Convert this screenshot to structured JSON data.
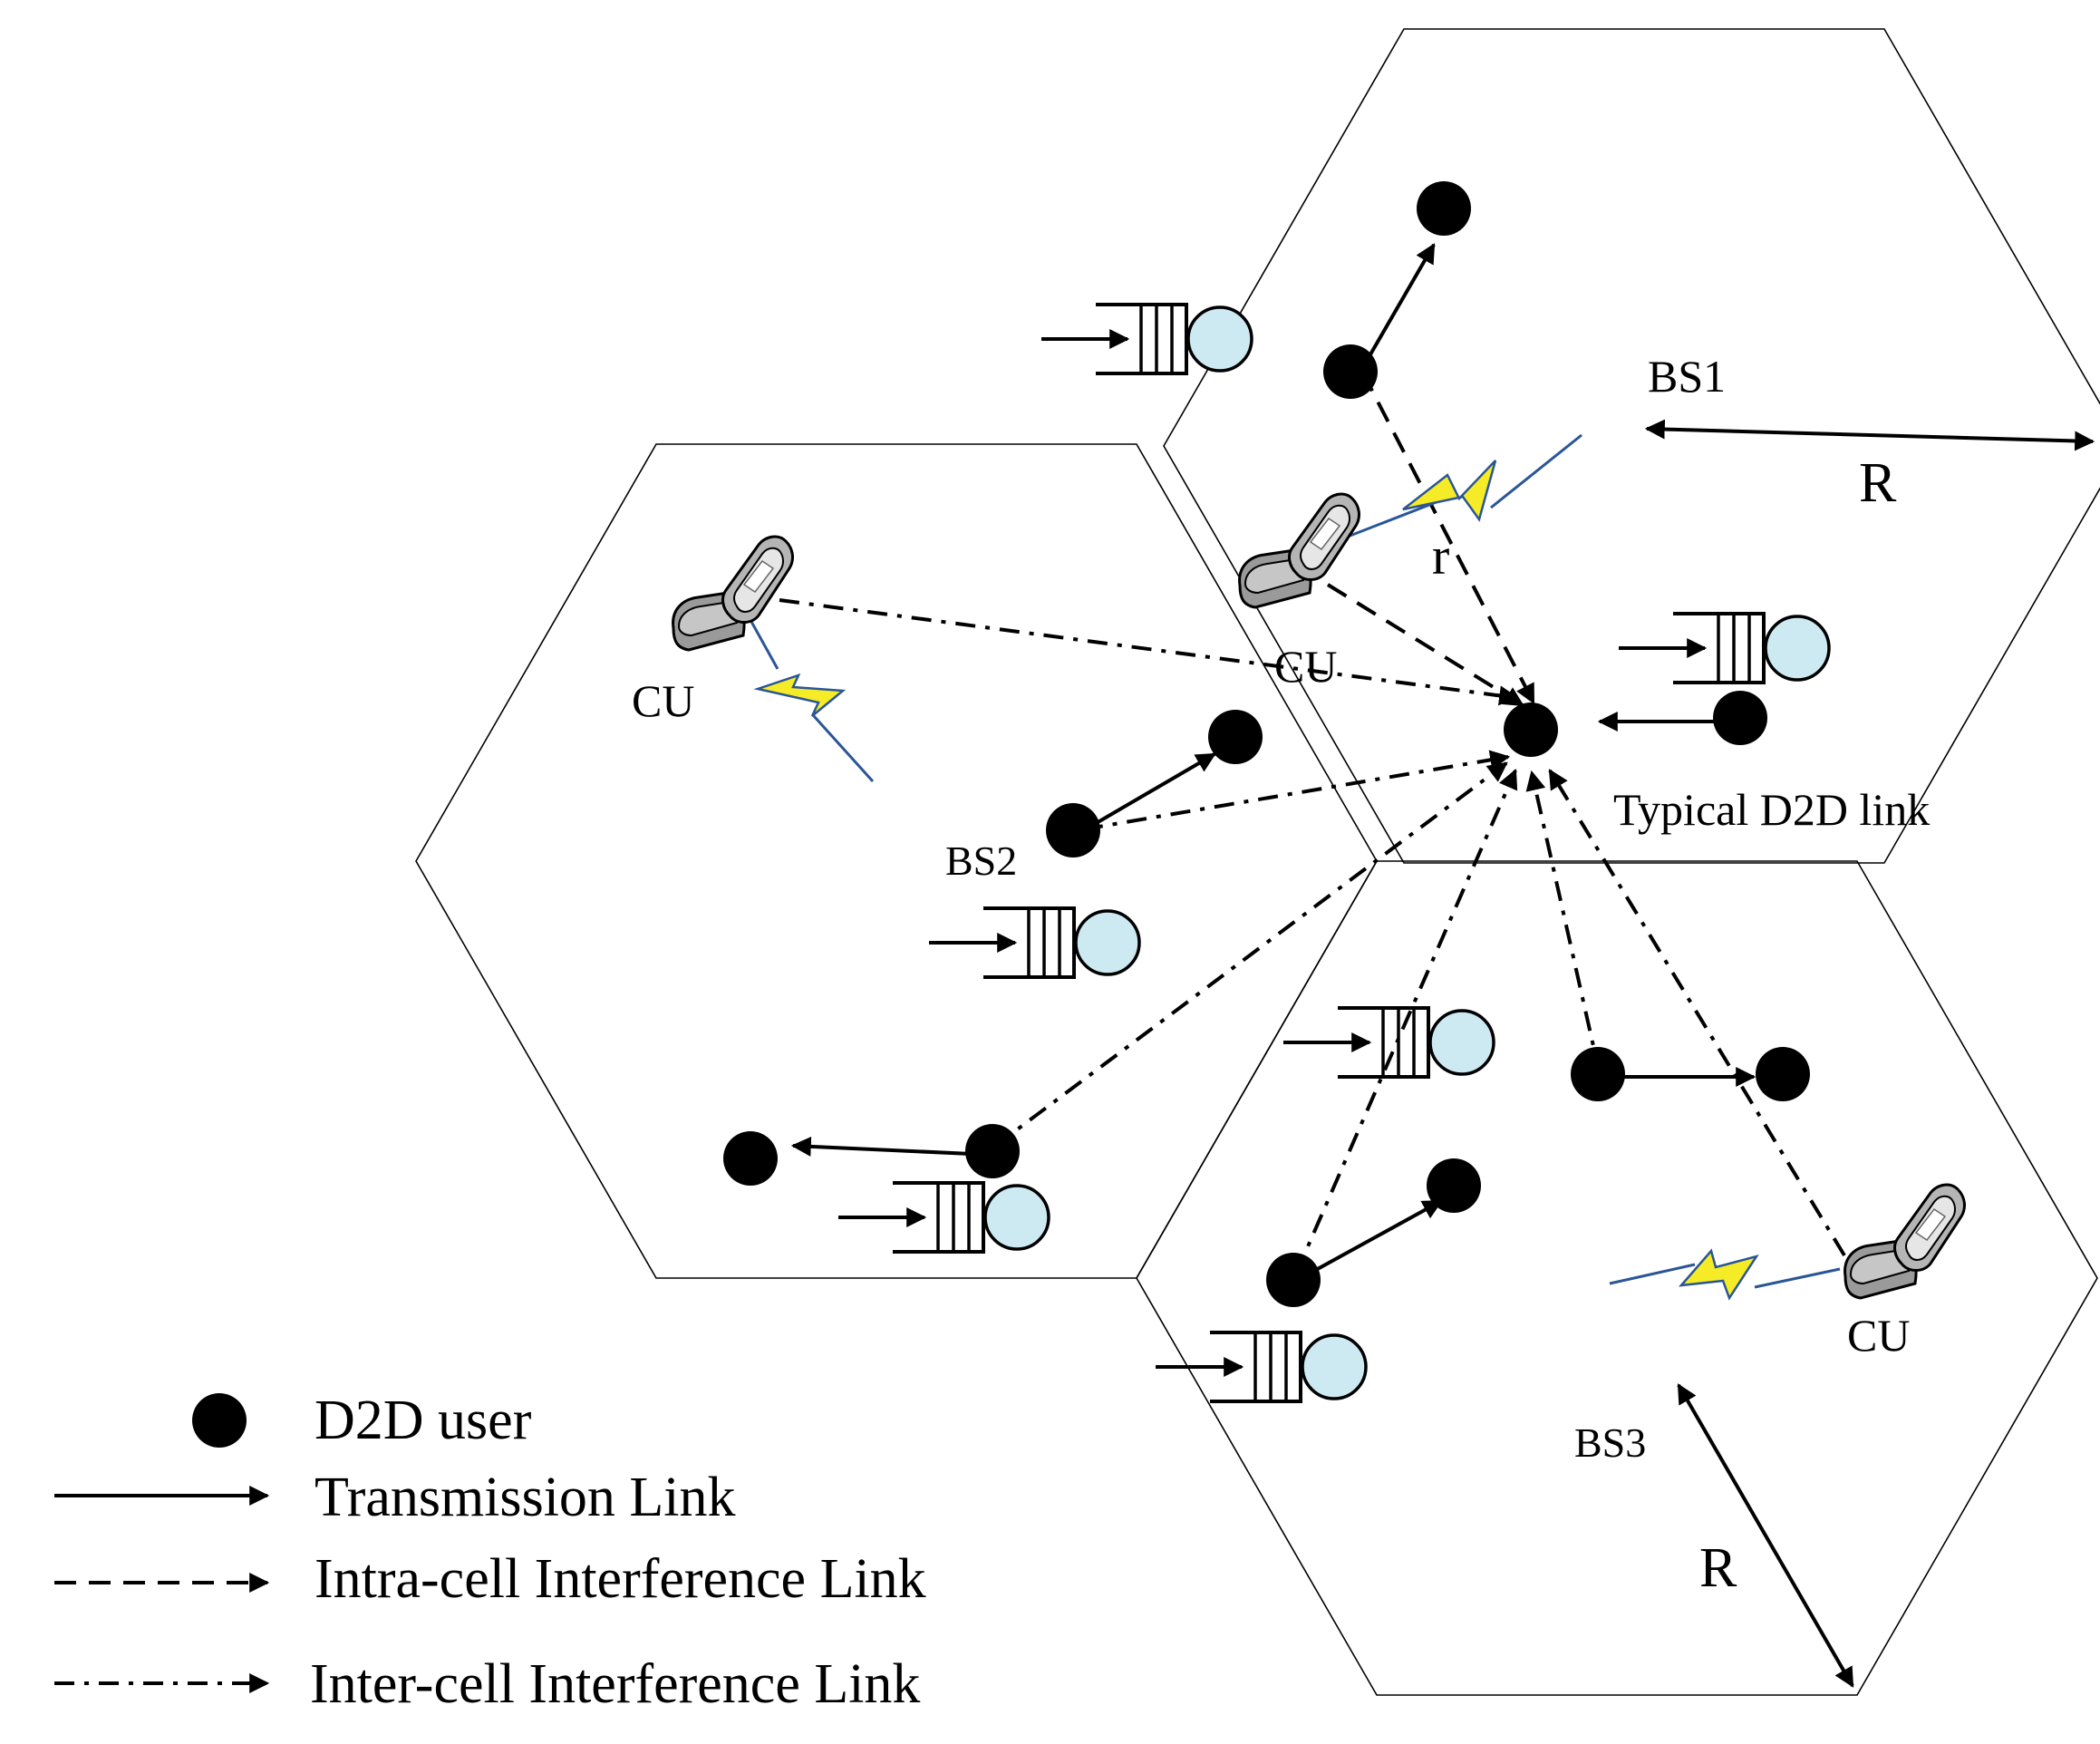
{
  "labels": {
    "bs1": "BS1",
    "bs2": "BS2",
    "bs3": "BS3",
    "cu_top": "CU",
    "cu_left": "CU",
    "cu_right": "CU",
    "radius_top": "R",
    "radius_bottom": "R",
    "distance_r": "r",
    "typical_link": "Typical D2D link"
  },
  "legend": {
    "d2d_user": "D2D user",
    "transmission_link": "Transmission Link",
    "intra_cell_link": "Intra-cell Interference Link",
    "inter_cell_link": "Inter-cell Interference Link"
  },
  "colors": {
    "d2d_user": "#000000",
    "queue_server": "#cde9f1",
    "lightning": "#f5ec27",
    "wireless_link": "#2a5597"
  },
  "icons": {
    "base_station": "lattice-tower-icon",
    "cellular_user": "flip-phone-icon",
    "queue": "queue-buffer-icon"
  }
}
